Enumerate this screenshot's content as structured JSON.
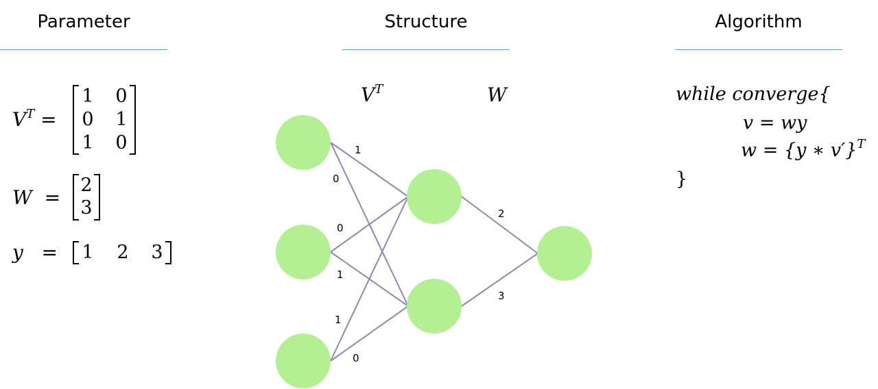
{
  "sections": {
    "parameter": "Parameter",
    "structure": "Structure",
    "algorithm": "Algorithm"
  },
  "parameters": {
    "vt": {
      "name": "V",
      "sup": "T",
      "equals": "=",
      "rows": [
        [
          "1",
          "0"
        ],
        [
          "0",
          "1"
        ],
        [
          "1",
          "0"
        ]
      ]
    },
    "w": {
      "name": "W",
      "equals": "=",
      "rows": [
        [
          "2"
        ],
        [
          "3"
        ]
      ]
    },
    "y": {
      "name": "y",
      "equals": "=",
      "values": [
        "1",
        "2",
        "3"
      ]
    }
  },
  "structure": {
    "vt_label": "V",
    "vt_sup": "T",
    "w_label": "W",
    "node_color": "#b3f094",
    "edge_color": "#8c89ad",
    "edge_labels": {
      "in1_h1": "1",
      "in1_h2": "0",
      "in2_h1": "0",
      "in2_h2": "1",
      "in3_h1": "1",
      "in3_h2": "0",
      "h1_out": "2",
      "h2_out": "3"
    }
  },
  "algorithm": {
    "line1": "while converge{",
    "line2": "v = wy",
    "line3": "w = {y ∗ v′}",
    "line3_sup": "T",
    "line4": "}"
  },
  "colors": {
    "title_rule": "#5b9bd5"
  }
}
